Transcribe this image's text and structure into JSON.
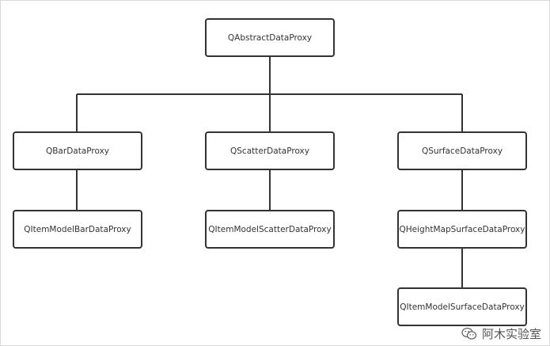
{
  "diagram": {
    "nodes": [
      {
        "id": "root",
        "label": "QAbstractDataProxy"
      },
      {
        "id": "bar",
        "label": "QBarDataProxy"
      },
      {
        "id": "scatter",
        "label": "QScatterDataProxy"
      },
      {
        "id": "surface",
        "label": "QSurfaceDataProxy"
      },
      {
        "id": "item_bar",
        "label": "QItemModelBarDataProxy"
      },
      {
        "id": "item_scatter",
        "label": "QItemModelScatterDataProxy"
      },
      {
        "id": "heightmap",
        "label": "QHeightMapSurfaceDataProxy"
      },
      {
        "id": "item_surface",
        "label": "QItemModelSurfaceDataProxy"
      }
    ],
    "edges": [
      {
        "from": "root",
        "to": "bar"
      },
      {
        "from": "root",
        "to": "scatter"
      },
      {
        "from": "root",
        "to": "surface"
      },
      {
        "from": "bar",
        "to": "item_bar"
      },
      {
        "from": "scatter",
        "to": "item_scatter"
      },
      {
        "from": "surface",
        "to": "heightmap"
      },
      {
        "from": "heightmap",
        "to": "item_surface"
      }
    ]
  },
  "watermark": {
    "text": "阿木实验室",
    "icon": "wechat-icon"
  },
  "colors": {
    "stroke": "#333333",
    "text": "#333333",
    "background": "#ffffff"
  }
}
